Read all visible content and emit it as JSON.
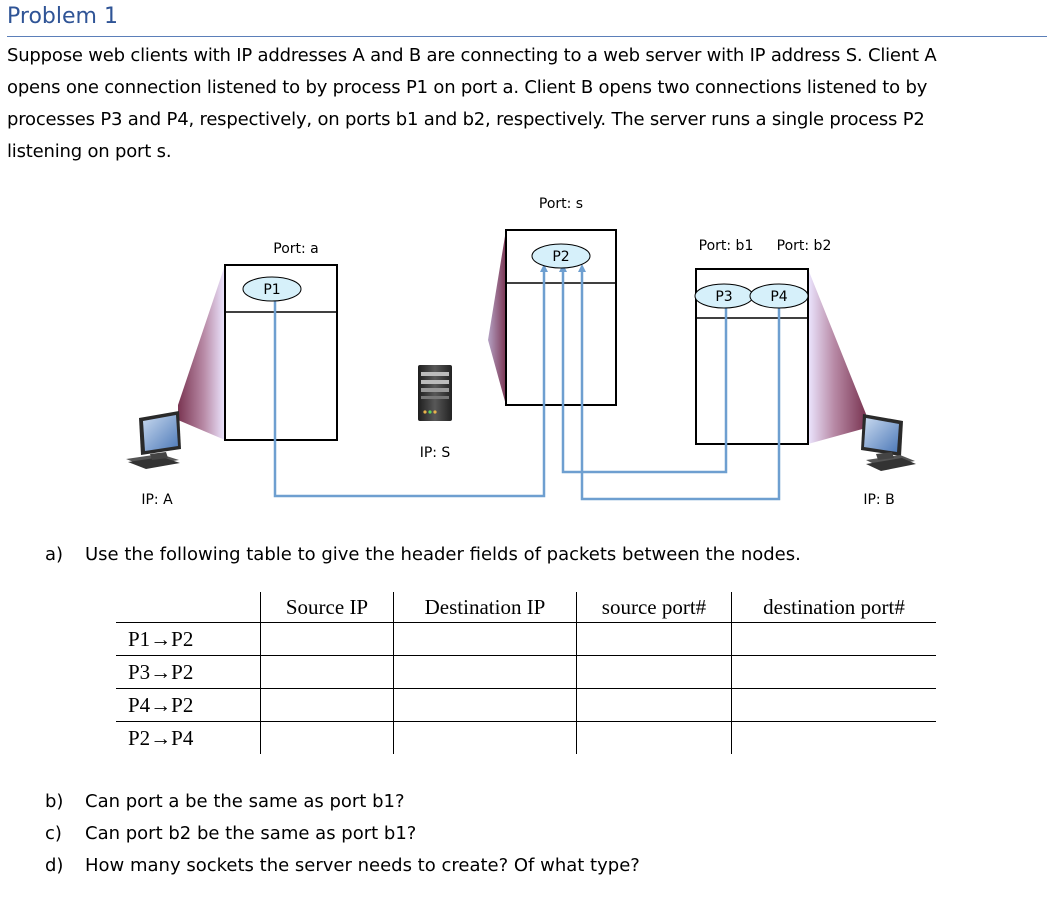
{
  "heading": "Problem 1",
  "intro_lines": [
    "Suppose web clients with IP addresses A and B are connecting to a web server with IP address S. Client A",
    "opens one connection listened to by process P1 on port a. Client B opens two connections listened to by",
    "processes P3 and P4, respectively, on ports b1 and b2, respectively. The server runs a single process P2",
    "listening on port s."
  ],
  "diagram": {
    "client_a": {
      "ip_label": "IP: A",
      "port_label": "Port: a",
      "process": "P1"
    },
    "server": {
      "ip_label": "IP: S",
      "port_label": "Port: s",
      "process": "P2"
    },
    "client_b": {
      "ip_label": "IP: B",
      "port_b1_label": "Port: b1",
      "port_b2_label": "Port: b2",
      "process_3": "P3",
      "process_4": "P4"
    },
    "colors": {
      "link": "#6e9fd0",
      "ellipse_fill": "#d6f0fa",
      "beam_dark": "#7a3552",
      "beam_light": "#ece6ff"
    },
    "icons": [
      "desktop-computer-icon",
      "server-tower-icon"
    ]
  },
  "question_a": {
    "mark": "a)",
    "text": "Use the following table to give the header fields of packets between the nodes."
  },
  "table": {
    "columns": [
      "Source IP",
      "Destination IP",
      "source port#",
      "destination port#"
    ],
    "rows": [
      {
        "label": "P1→P2",
        "cells": [
          "",
          "",
          "",
          ""
        ]
      },
      {
        "label": "P3→P2",
        "cells": [
          "",
          "",
          "",
          ""
        ]
      },
      {
        "label": "P4→P2",
        "cells": [
          "",
          "",
          "",
          ""
        ]
      },
      {
        "label": "P2→P4",
        "cells": [
          "",
          "",
          "",
          ""
        ]
      }
    ]
  },
  "questions": [
    {
      "mark": "b)",
      "text": "Can port a be the same as port b1?"
    },
    {
      "mark": "c)",
      "text": "Can port b2 be the same as port b1?"
    },
    {
      "mark": "d)",
      "text": "How many sockets the server needs to create? Of what type?"
    }
  ]
}
